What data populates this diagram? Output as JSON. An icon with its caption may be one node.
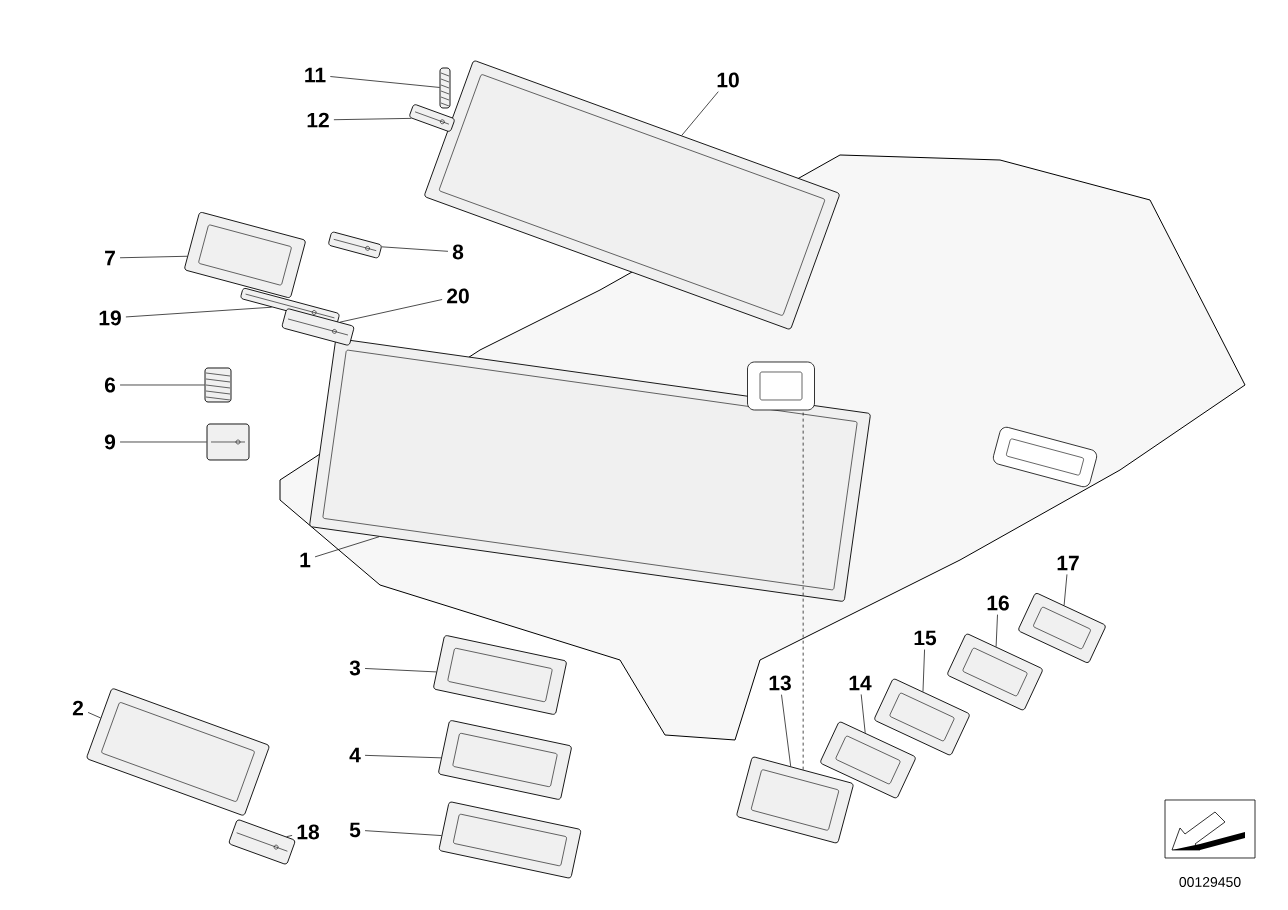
{
  "diagram": {
    "nodes": [
      {
        "text": [
          "1"
        ]
      },
      {
        "text": [
          "2"
        ]
      },
      {
        "text": [
          "3"
        ]
      },
      {
        "text": [
          "4"
        ]
      },
      {
        "text": [
          "5"
        ]
      },
      {
        "text": [
          "6"
        ]
      },
      {
        "text": [
          "7"
        ]
      },
      {
        "text": [
          "8"
        ]
      },
      {
        "text": [
          "9"
        ]
      },
      {
        "text": [
          "10"
        ]
      },
      {
        "text": [
          "11"
        ]
      },
      {
        "text": [
          "12"
        ]
      },
      {
        "text": [
          "13"
        ]
      },
      {
        "text": [
          "14"
        ]
      },
      {
        "text": [
          "15"
        ]
      },
      {
        "text": [
          "16"
        ]
      },
      {
        "text": [
          "17"
        ]
      },
      {
        "text": [
          "18"
        ]
      },
      {
        "text": [
          "19"
        ]
      },
      {
        "text": [
          "20"
        ]
      },
      {
        "text": [],
        "shape": "picture"
      },
      {
        "text": [],
        "shape": "picture"
      },
      {
        "text": [],
        "shape": "picture"
      },
      {
        "text": [],
        "shape": "picture"
      },
      {
        "text": [],
        "shape": "picture"
      },
      {
        "text": [],
        "shape": "picture"
      },
      {
        "text": [],
        "shape": "picture"
      },
      {
        "text": [],
        "shape": "picture"
      },
      {
        "text": [],
        "shape": "picture"
      },
      {
        "text": [],
        "shape": "picture"
      },
      {
        "text": [],
        "shape": "picture"
      },
      {
        "text": [],
        "shape": "picture"
      },
      {
        "text": [],
        "shape": "picture"
      },
      {
        "text": [],
        "shape": "picture"
      },
      {
        "text": [],
        "shape": "picture"
      },
      {
        "text": [],
        "shape": "picture"
      },
      {
        "text": [],
        "shape": "picture"
      },
      {
        "text": [],
        "shape": "picture"
      },
      {
        "text": [],
        "shape": "picture"
      },
      {
        "text": [],
        "shape": "picture"
      },
      {
        "text": [],
        "shape": "box"
      },
      {
        "text": [],
        "shape": "box"
      }
    ],
    "edges": [
      {
        "from": 0,
        "to": 20,
        "arrow": "none"
      },
      {
        "from": 1,
        "to": 21,
        "arrow": "none"
      },
      {
        "from": 2,
        "to": 22,
        "arrow": "none"
      },
      {
        "from": 3,
        "to": 23,
        "arrow": "none"
      },
      {
        "from": 4,
        "to": 24,
        "arrow": "none"
      },
      {
        "from": 5,
        "to": 25,
        "arrow": "none"
      },
      {
        "from": 6,
        "to": 26,
        "arrow": "none"
      },
      {
        "from": 7,
        "to": 27,
        "arrow": "none"
      },
      {
        "from": 8,
        "to": 28,
        "arrow": "none"
      },
      {
        "from": 9,
        "to": 29,
        "arrow": "none"
      },
      {
        "from": 10,
        "to": 30,
        "arrow": "none"
      },
      {
        "from": 11,
        "to": 31,
        "arrow": "none"
      },
      {
        "from": 12,
        "to": 32,
        "arrow": "none"
      },
      {
        "from": 13,
        "to": 33,
        "arrow": "none"
      },
      {
        "from": 14,
        "to": 34,
        "arrow": "none"
      },
      {
        "from": 15,
        "to": 35,
        "arrow": "none"
      },
      {
        "from": 16,
        "to": 36,
        "arrow": "none"
      },
      {
        "from": 17,
        "to": 37,
        "arrow": "none"
      },
      {
        "from": 18,
        "to": 38,
        "arrow": "none"
      },
      {
        "from": 19,
        "to": 39,
        "arrow": "none"
      },
      {
        "from": 32,
        "to": 40,
        "arrow": "none",
        "style": "dashed"
      }
    ],
    "labels": [
      "00129450"
    ]
  }
}
